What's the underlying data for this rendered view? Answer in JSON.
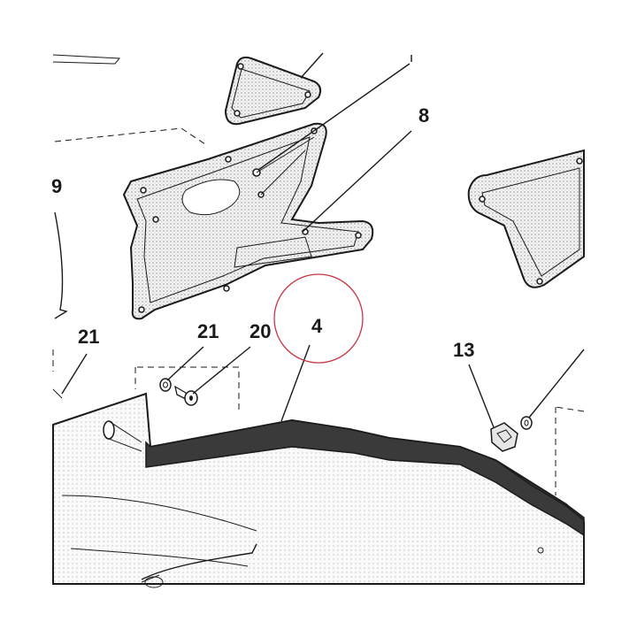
{
  "callouts": {
    "c9": "9",
    "c8": "8",
    "c21_left": "21",
    "c21_mid": "21",
    "c20": "20",
    "c4": "4",
    "c13": "13"
  },
  "highlight_color": "#cc3344",
  "line_color": "#1a1a1a"
}
